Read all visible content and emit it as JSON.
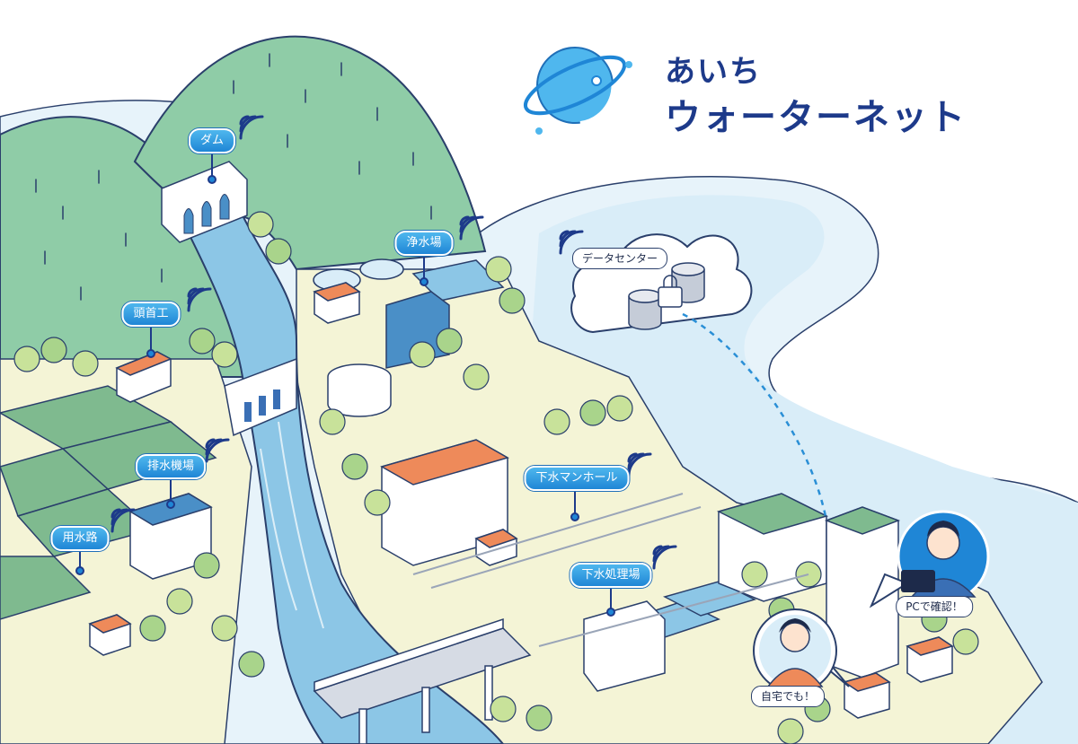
{
  "logo": {
    "line1": "あいち",
    "line2": "ウォーターネット",
    "icon": "globe-orbit-icon"
  },
  "locations": {
    "dam": "ダム",
    "headworks": "頭首工",
    "purification_plant": "浄水場",
    "drainage_pump": "排水機場",
    "irrigation_channel": "用水路",
    "sewer_manhole": "下水マンホール",
    "sewage_plant": "下水処理場",
    "data_center": "データセンター"
  },
  "bubbles": {
    "office": "PCで確認！",
    "home": "自宅でも！"
  },
  "colors": {
    "brand_navy": "#1d3a8a",
    "label_blue": "#1f86d6",
    "hill_green": "#8fcca7",
    "river_blue": "#8cc6e6",
    "land": "#f4f4d6",
    "roof_orange": "#ee8a5a"
  }
}
